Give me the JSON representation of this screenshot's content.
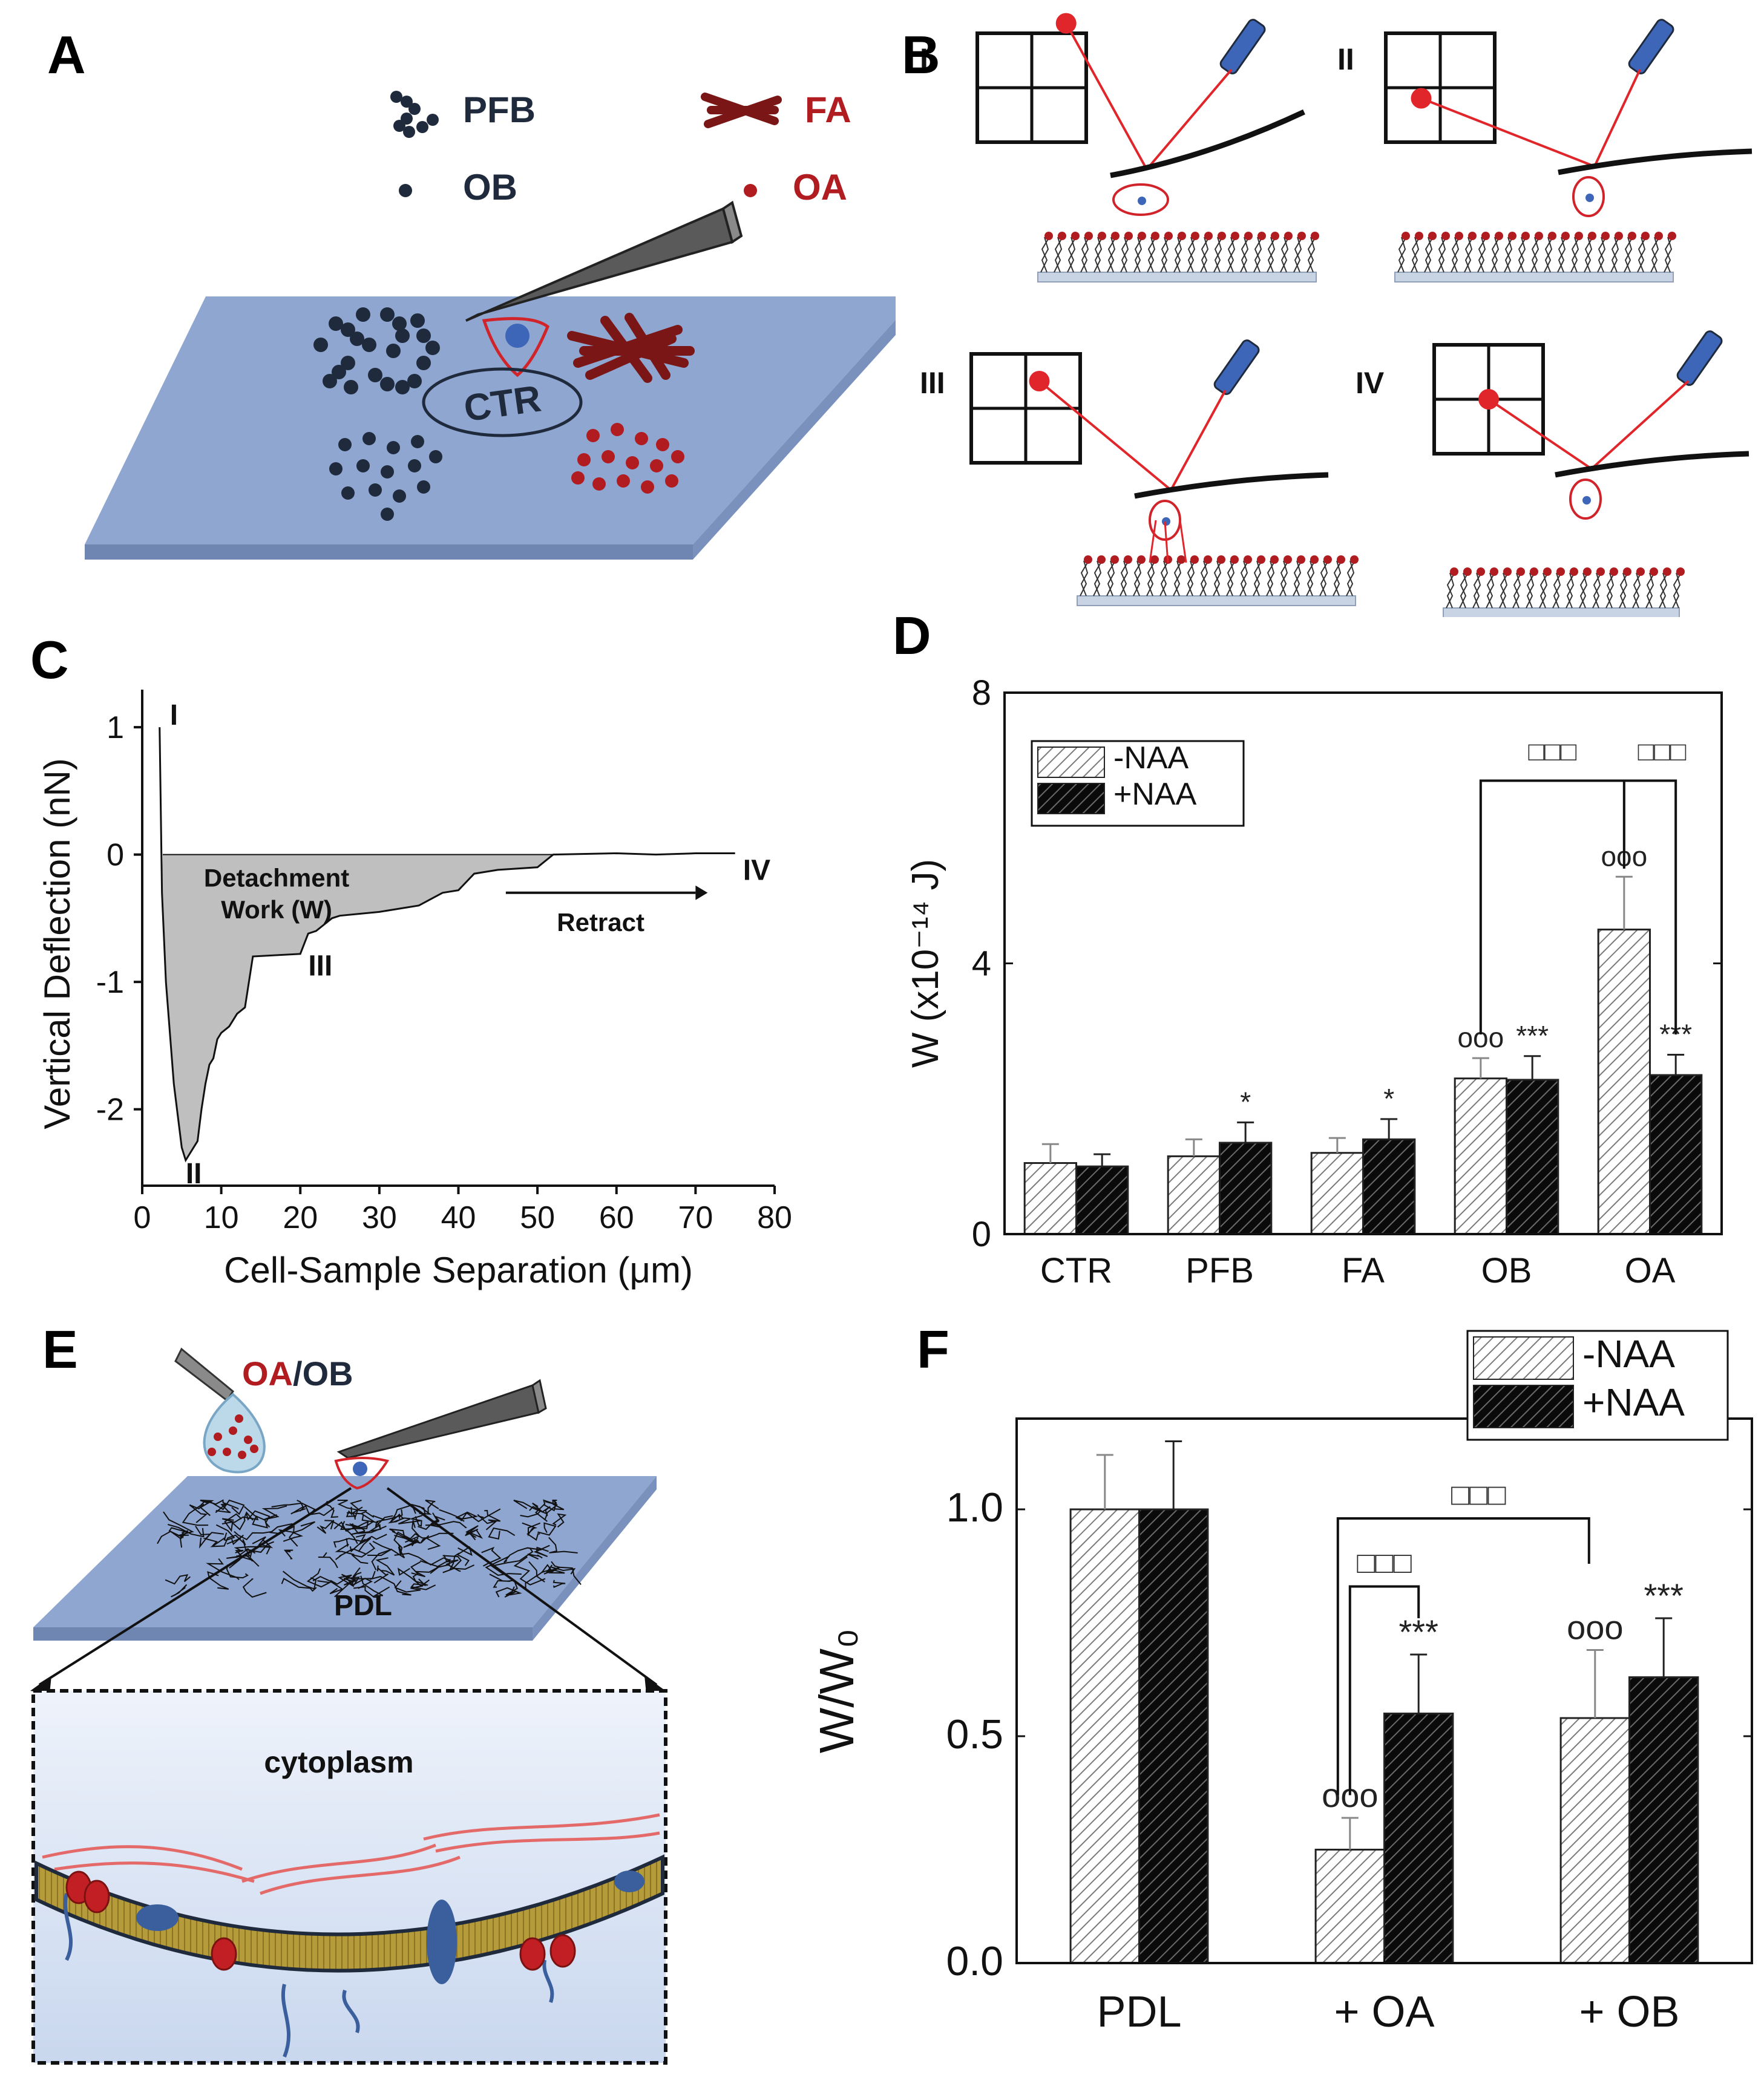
{
  "panels": {
    "A": {
      "label": "A",
      "legend": {
        "pfb": "PFB",
        "ob": "OB",
        "fa": "FA",
        "oa": "OA"
      },
      "ctr": "CTR"
    },
    "B": {
      "label": "B",
      "stages": [
        "I",
        "II",
        "III",
        "IV"
      ]
    },
    "C": {
      "label": "C"
    },
    "D": {
      "label": "D"
    },
    "E": {
      "label": "E",
      "oa": "OA",
      "slash": "/",
      "ob": "OB",
      "pdl": "PDL",
      "cytoplasm": "cytoplasm"
    },
    "F": {
      "label": "F"
    }
  },
  "chart_data": [
    {
      "id": "C",
      "type": "line",
      "xlabel": "Cell-Sample Separation (μm)",
      "ylabel": "Vertical Deflection (nN)",
      "xlim": [
        0,
        80
      ],
      "ylim": [
        -2.6,
        1.2
      ],
      "xticks": [
        0,
        10,
        20,
        30,
        40,
        50,
        60,
        70,
        80
      ],
      "yticks": [
        1,
        0,
        -1,
        -2
      ],
      "grid": false,
      "series": [
        {
          "x": [
            2.2,
            2.5,
            3,
            4,
            5,
            5.5,
            6,
            6.5,
            7,
            7.5,
            8,
            8.5,
            9,
            9.5,
            10,
            11,
            12,
            13,
            14,
            20,
            21,
            22,
            24,
            25,
            30,
            35,
            38,
            40,
            42,
            45,
            50,
            52,
            60,
            65,
            70,
            75
          ],
          "y": [
            1.0,
            -0.3,
            -1.0,
            -1.8,
            -2.3,
            -2.4,
            -2.35,
            -2.3,
            -2.25,
            -2.0,
            -1.8,
            -1.65,
            -1.6,
            -1.45,
            -1.4,
            -1.35,
            -1.25,
            -1.2,
            -0.8,
            -0.78,
            -0.62,
            -0.6,
            -0.5,
            -0.48,
            -0.45,
            -0.4,
            -0.3,
            -0.28,
            -0.15,
            -0.12,
            -0.1,
            0,
            0.01,
            0,
            0.01,
            0.01
          ]
        }
      ],
      "annotations": {
        "I": "I",
        "II": "II",
        "III": "III",
        "IV": "IV",
        "work_line1": "Detachment",
        "work_line2": "Work (W)",
        "retract": "Retract"
      }
    },
    {
      "id": "D",
      "type": "bar",
      "xlabel": "",
      "ylabel": "W (x10⁻¹⁴ J)",
      "ylim": [
        0,
        8
      ],
      "yticks": [
        0,
        4,
        8
      ],
      "categories": [
        "CTR",
        "PFB",
        "FA",
        "OB",
        "OA"
      ],
      "series": [
        {
          "name": "-NAA",
          "values": [
            1.05,
            1.15,
            1.2,
            2.3,
            4.5
          ],
          "errors": [
            0.28,
            0.25,
            0.22,
            0.3,
            0.78
          ]
        },
        {
          "name": "+NAA",
          "values": [
            1.0,
            1.35,
            1.4,
            2.28,
            2.35
          ],
          "errors": [
            0.18,
            0.3,
            0.3,
            0.35,
            0.3
          ]
        }
      ],
      "bar_marks": [
        {
          "category": "PFB",
          "series": 1,
          "text": "*"
        },
        {
          "category": "FA",
          "series": 1,
          "text": "*"
        },
        {
          "category": "OB",
          "series": 0,
          "text": "ooo"
        },
        {
          "category": "OB",
          "series": 1,
          "text": "***"
        },
        {
          "category": "OA",
          "series": 0,
          "text": "ooo"
        },
        {
          "category": "OA",
          "series": 1,
          "text": "***"
        }
      ],
      "bracket_mark": "□□□",
      "legend_placement": "top-left"
    },
    {
      "id": "F",
      "type": "bar",
      "xlabel": "",
      "ylabel": "W/W₀",
      "ylim": [
        0,
        1.2
      ],
      "yticks": [
        0.0,
        0.5,
        1.0
      ],
      "ytick_labels": [
        "0.0",
        "0.5",
        "1.0"
      ],
      "categories": [
        "PDL",
        "+ OA",
        "+ OB"
      ],
      "series": [
        {
          "name": "-NAA",
          "values": [
            1.0,
            0.25,
            0.54
          ],
          "errors": [
            0.12,
            0.07,
            0.15
          ]
        },
        {
          "name": "+NAA",
          "values": [
            1.0,
            0.55,
            0.63
          ],
          "errors": [
            0.15,
            0.13,
            0.13
          ]
        }
      ],
      "bar_marks": [
        {
          "category": "+ OA",
          "series": 0,
          "text": "ooo"
        },
        {
          "category": "+ OA",
          "series": 1,
          "text": "***"
        },
        {
          "category": "+ OB",
          "series": 0,
          "text": "ooo"
        },
        {
          "category": "+ OB",
          "series": 1,
          "text": "***"
        }
      ],
      "bracket_mark": "□□□",
      "legend_placement": "top-right"
    }
  ],
  "colors": {
    "substrate": "#8fa6d0",
    "dark_particle": "#1f2a3c",
    "red_particle": "#b01c20",
    "fibril": "#7a1616",
    "laser": "#e0262a",
    "cantilever": "#555555",
    "membrane": "#b69b3a"
  }
}
